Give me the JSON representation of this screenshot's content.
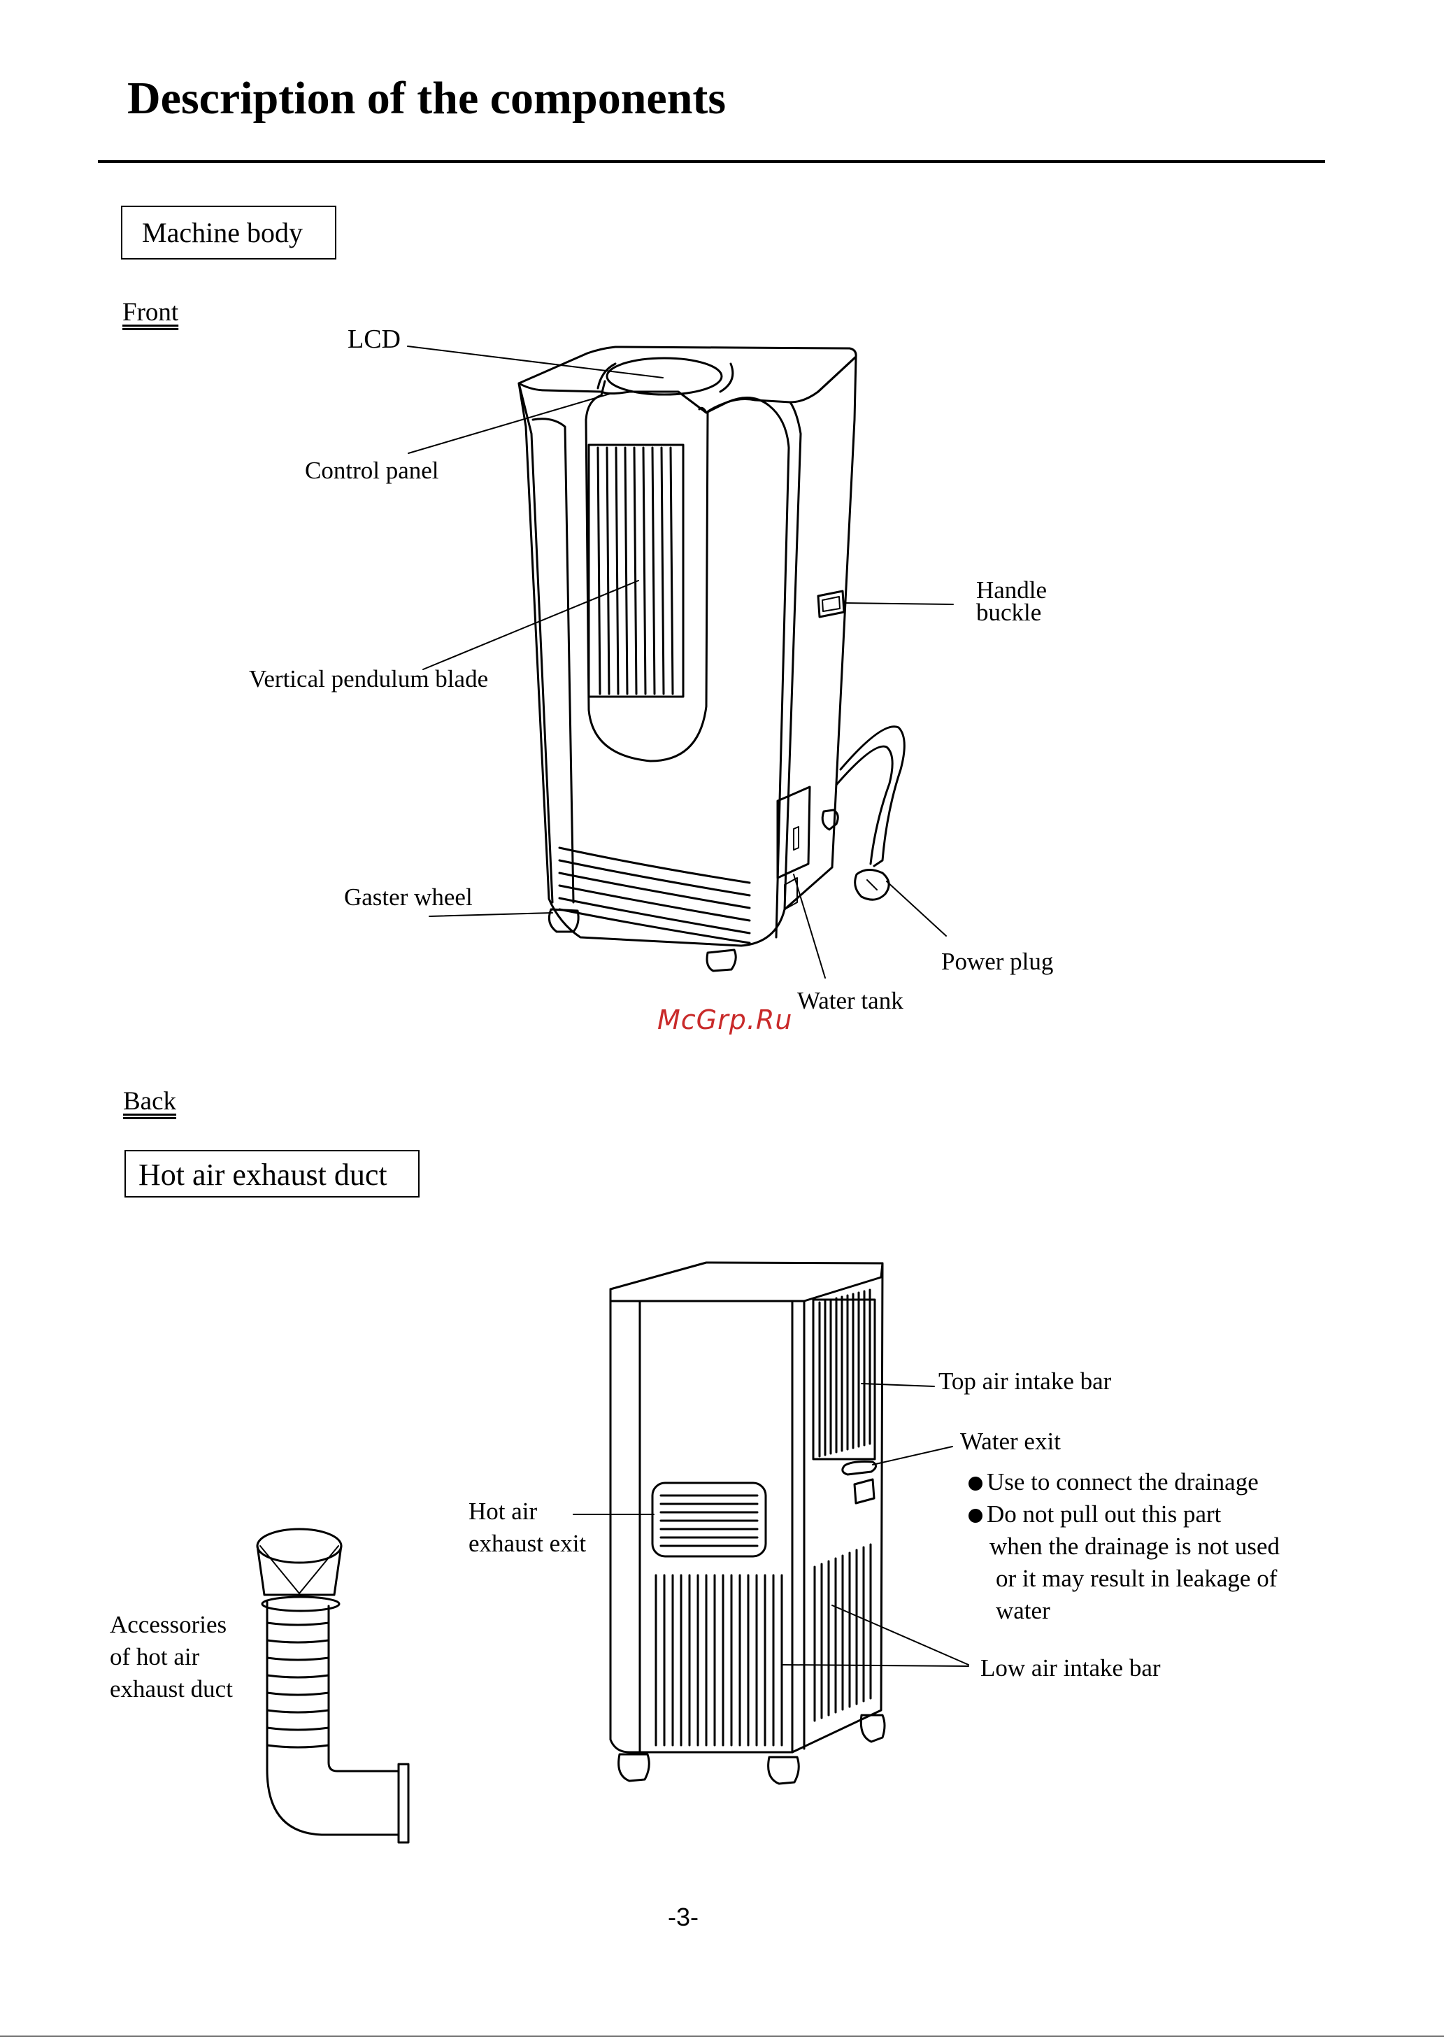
{
  "page": {
    "title": "Description of the components",
    "page_number": "-3-",
    "watermark": "McGrp.Ru"
  },
  "sections": {
    "machine_body": "Machine body",
    "front": " Front ",
    "back": " Back ",
    "hot_air_exhaust_duct": "Hot air exhaust duct"
  },
  "front_labels": {
    "lcd": "LCD",
    "control_panel": "Control panel",
    "vertical_pendulum_blade": "Vertical pendulum blade",
    "handle_buckle_line1": "Handle",
    "handle_buckle_line2": "buckle",
    "gaster_wheel": "Gaster wheel",
    "power_plug": "Power plug",
    "water_tank": "Water tank"
  },
  "back_labels": {
    "top_air_intake_bar": "Top air intake bar",
    "water_exit": "Water exit",
    "note_1": "Use to connect the drainage",
    "note_2_line1": "Do not pull out this part",
    "note_2_line2": "when the drainage is not used",
    "note_2_line3": "or it may result in leakage of",
    "note_2_line4": "water",
    "hot_air_exit_line1": "Hot air",
    "hot_air_exit_line2": "exhaust exit",
    "low_air_intake_bar": "Low air intake bar",
    "accessories_line1": "Accessories",
    "accessories_line2": "of hot air",
    "accessories_line3": "exhaust duct"
  },
  "icons": {
    "bullet": "bullet-icon"
  }
}
